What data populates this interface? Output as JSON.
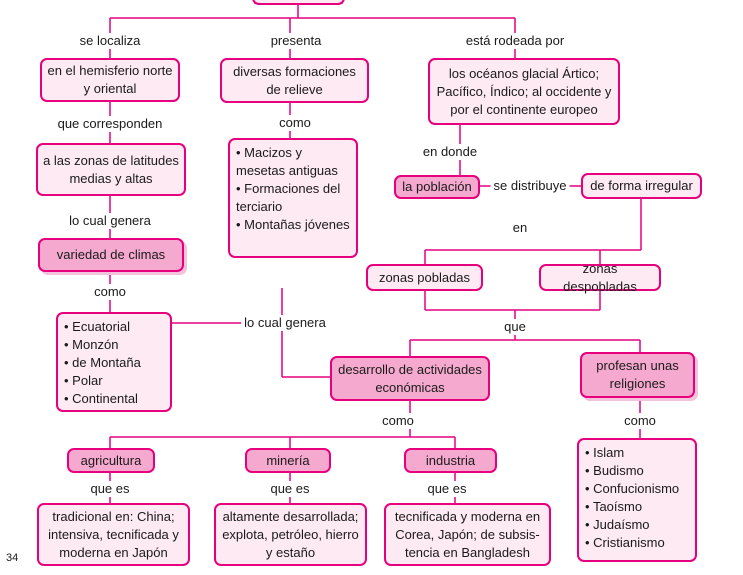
{
  "concepts": {
    "hemisferio": "en el hemisferio norte y oriental",
    "relieve": "diversas formaciones de relieve",
    "oceanos": "los océanos glacial Ártico; Pacífico, Índico; al occidente y por el continente europeo",
    "latitudes": "a las zonas de latitudes medias y altas",
    "relieve_list": [
      "Macizos y mesetas antiguas",
      "Formaciones del terciario",
      "Montañas jóvenes"
    ],
    "poblacion": "la población",
    "irregular": "de forma irregular",
    "climas": "variedad de climas",
    "pobladas": "zonas pobladas",
    "despobladas": "zonas despobladas",
    "climas_list": [
      "Ecuatorial",
      "Monzón",
      "de Montaña",
      "Polar",
      "Continental"
    ],
    "desarrollo": "desarrollo de actividades económicas",
    "religiones": "profesan unas religiones",
    "agricultura": "agricultura",
    "mineria": "minería",
    "industria": "industria",
    "religiones_list": [
      "Islam",
      "Budismo",
      "Confucionismo",
      "Taoísmo",
      "Judaísmo",
      "Cristianismo"
    ],
    "agri_desc": "tradicional en: China; intensiva, tecnificada y moderna en Japón",
    "mineria_desc": "altamente desarrollada; explota, petróleo, hierro y estaño",
    "industria_desc": "tecnificada y moderna en Corea, Japón; de subsis-tencia en Bangladesh"
  },
  "links": {
    "se_localiza": "se localiza",
    "presenta": "presenta",
    "rodeada": "está rodeada por",
    "corresponden": "que corresponden",
    "como": "como",
    "en_donde": "en donde",
    "se_distribuye": "se distribuye",
    "lo_cual_genera": "lo cual genera",
    "en": "en",
    "que": "que",
    "que_es": "que es"
  },
  "page_number": "34"
}
